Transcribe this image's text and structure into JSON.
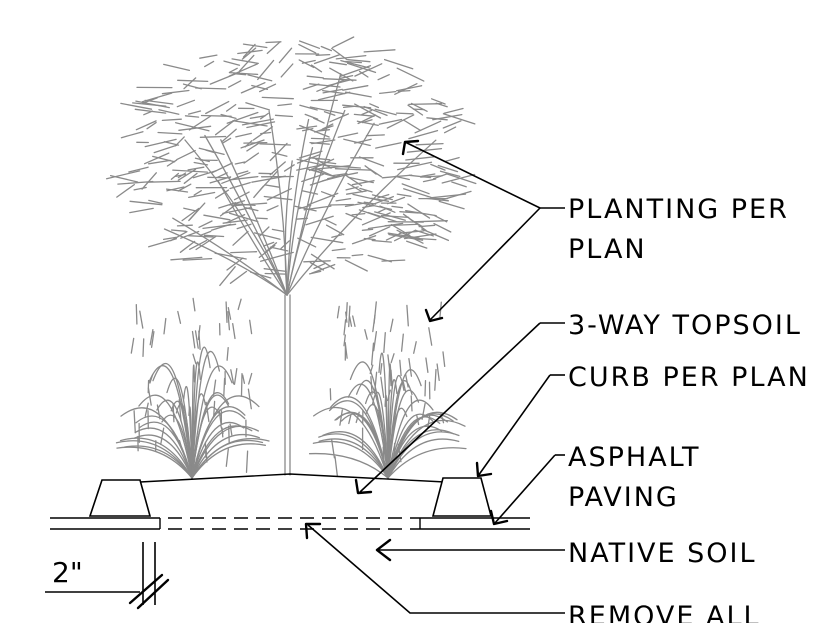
{
  "labels": {
    "planting": [
      "PLANTING PER",
      "PLAN"
    ],
    "topsoil": "3-WAY TOPSOIL",
    "curb": "CURB PER PLAN",
    "asphalt": [
      "ASPHALT",
      "PAVING"
    ],
    "native_soil": "NATIVE SOIL",
    "remove": "REMOVE ALL"
  },
  "dimension": {
    "value": "2\""
  },
  "colors": {
    "linework": "#000000",
    "vegetation": "#8a8a8a",
    "background": "#ffffff"
  }
}
